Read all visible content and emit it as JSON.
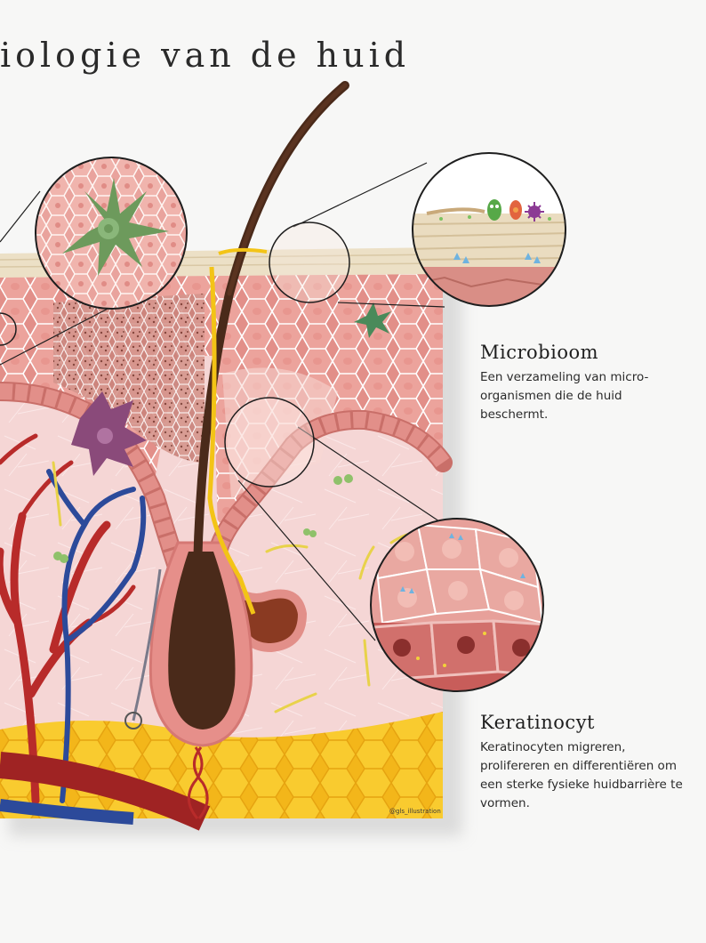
{
  "title": "iologie van de huid",
  "labels": {
    "microbioom": {
      "heading": "Microbioom",
      "text": "Een verzameling van micro-organismen die de huid beschermt."
    },
    "keratinocyt": {
      "heading": "Keratinocyt",
      "text": "Keratinocyten migreren, prolifereren en differentiëren om een sterke fysieke huidbarrière te vormen."
    }
  },
  "signature": "@gls_illustration",
  "colors": {
    "background": "#f7f7f6",
    "epidermis": "#e89a95",
    "dermis": "#f4d3d2",
    "stratum_corneum": "#ede0c8",
    "fat": "#f6c21c",
    "hair": "#4a2a1a",
    "artery": "#b82b2a",
    "vein": "#2c4a9a"
  }
}
